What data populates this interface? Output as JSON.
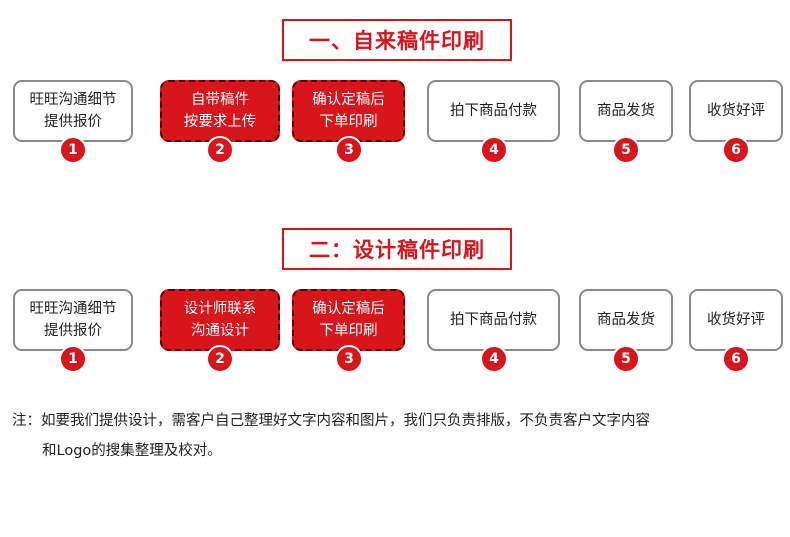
{
  "section1": {
    "title": "一、自来稿件印刷",
    "steps": [
      {
        "label": "旺旺沟通细节\n提供报价",
        "num": "1"
      },
      {
        "label": "自带稿件\n按要求上传",
        "num": "2"
      },
      {
        "label": "确认定稿后\n下单印刷",
        "num": "3"
      },
      {
        "label": "拍下商品付款",
        "num": "4"
      },
      {
        "label": "商品发货",
        "num": "5"
      },
      {
        "label": "收货好评",
        "num": "6"
      }
    ]
  },
  "section2": {
    "title": "二：设计稿件印刷",
    "steps": [
      {
        "label": "旺旺沟通细节\n提供报价",
        "num": "1"
      },
      {
        "label": "设计师联系\n沟通设计",
        "num": "2"
      },
      {
        "label": "确认定稿后\n下单印刷",
        "num": "3"
      },
      {
        "label": "拍下商品付款",
        "num": "4"
      },
      {
        "label": "商品发货",
        "num": "5"
      },
      {
        "label": "收货好评",
        "num": "6"
      }
    ]
  },
  "note": {
    "line1": "注：如要我们提供设计，需客户自己整理好文字内容和图片，我们只负责排版，不负责客户文字内容",
    "line2": "和Logo的搜集整理及校对。"
  },
  "colors": {
    "accent": "#d9151c",
    "border": "#8a8a8a"
  }
}
